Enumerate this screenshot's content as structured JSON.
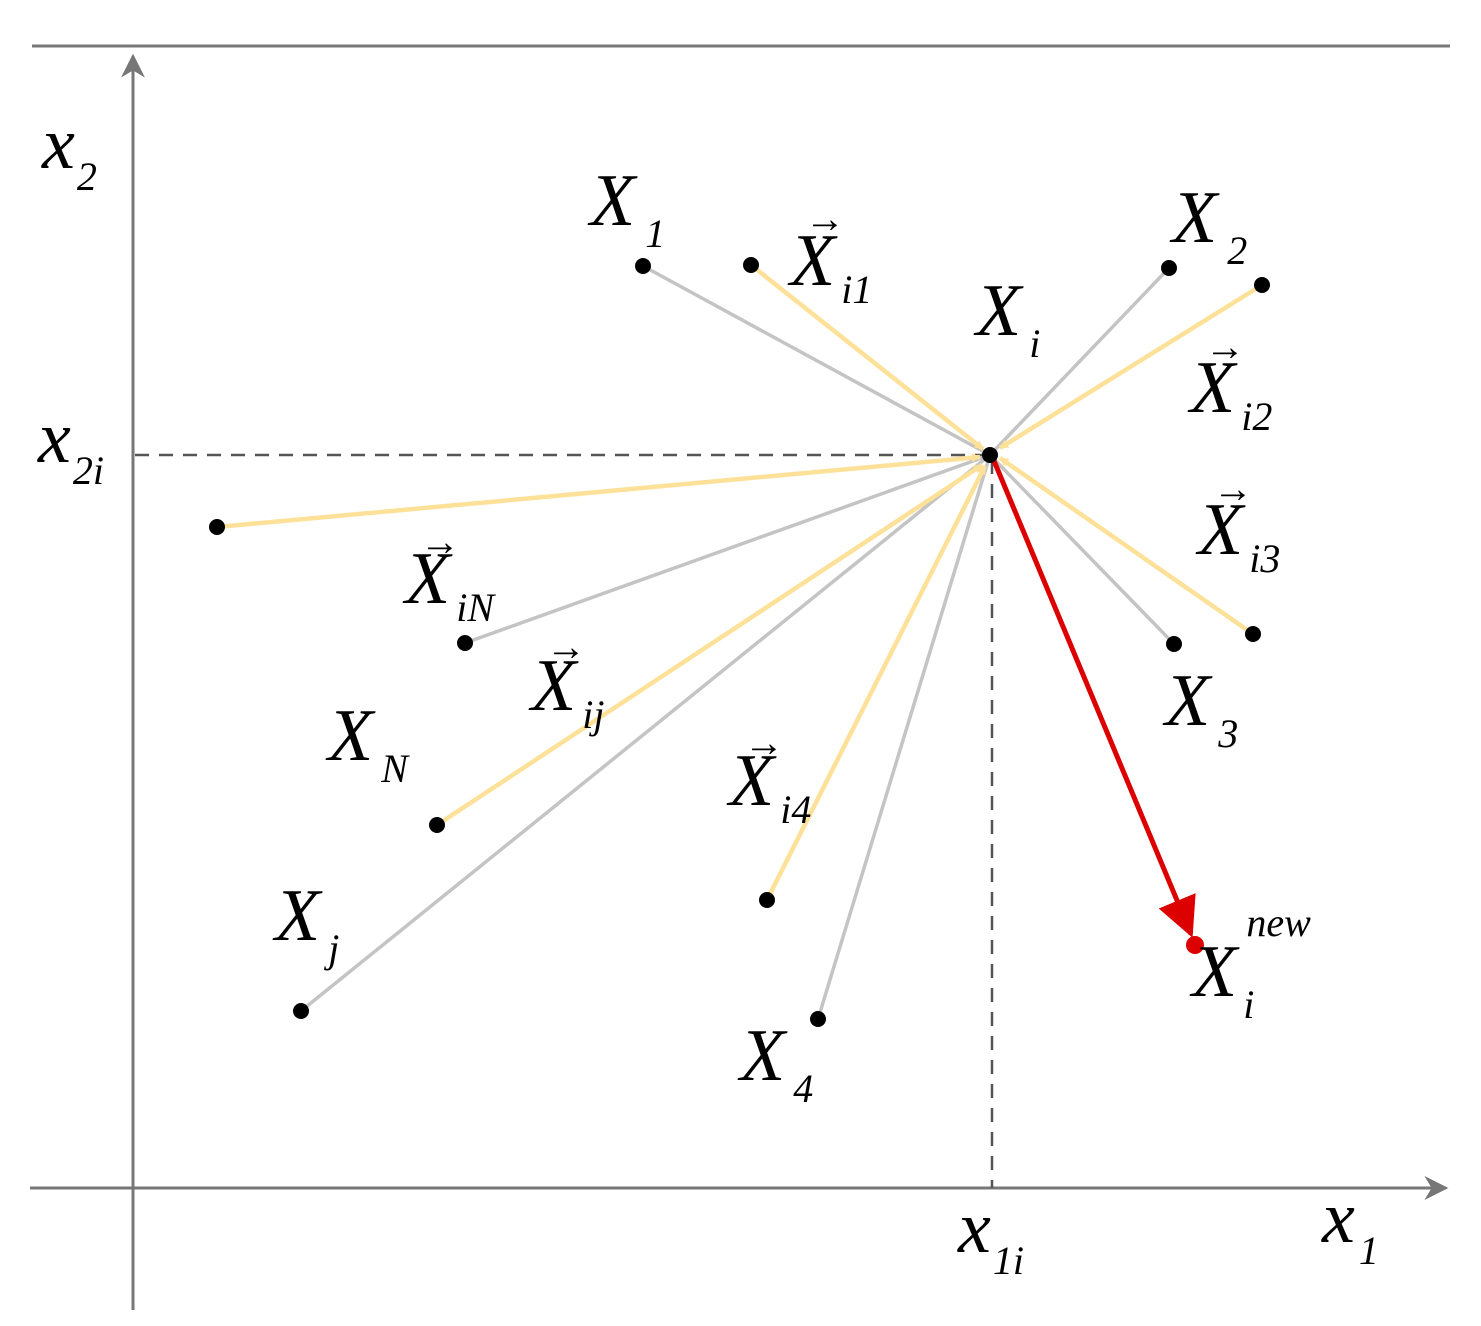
{
  "colors": {
    "axis": "#777777",
    "gray_line": "#c4c4c4",
    "yellow_line": "#fde199",
    "red": "#dd0000",
    "point": "#000000"
  },
  "axes": {
    "x_main": "x",
    "x_sub": "1",
    "y_main": "x",
    "y_sub": "2",
    "x1i_main": "x",
    "x1i_sub": "1i",
    "x2i_main": "x",
    "x2i_sub": "2i"
  },
  "center": {
    "main": "X",
    "sub": "i"
  },
  "points": [
    {
      "id": "X1",
      "main": "X",
      "sub": "1"
    },
    {
      "id": "X2",
      "main": "X",
      "sub": "2"
    },
    {
      "id": "X3",
      "main": "X",
      "sub": "3"
    },
    {
      "id": "X4",
      "main": "X",
      "sub": "4"
    },
    {
      "id": "Xj",
      "main": "X",
      "sub": "j"
    },
    {
      "id": "XN",
      "main": "X",
      "sub": "N"
    }
  ],
  "vectors": [
    {
      "id": "Xi1",
      "main": "X",
      "sub": "i1"
    },
    {
      "id": "Xi2",
      "main": "X",
      "sub": "i2"
    },
    {
      "id": "Xi3",
      "main": "X",
      "sub": "i3"
    },
    {
      "id": "Xi4",
      "main": "X",
      "sub": "i4"
    },
    {
      "id": "Xij",
      "main": "X",
      "sub": "ij"
    },
    {
      "id": "XiN",
      "main": "X",
      "sub": "iN"
    }
  ],
  "new_point": {
    "main": "X",
    "sub": "i",
    "sup": "new"
  },
  "vector_hat": "→"
}
